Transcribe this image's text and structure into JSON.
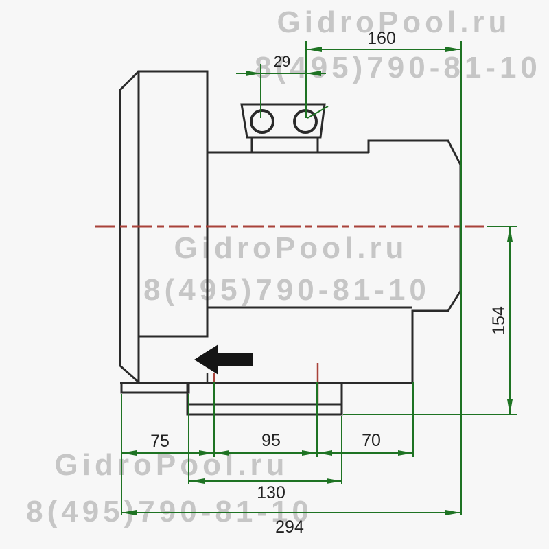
{
  "watermark": {
    "site": "GidroPool.ru",
    "phone": "8(495)790-81-10"
  },
  "dimensions": {
    "motor_length": "160",
    "terminal_hole_spacing": "29",
    "axis_height": "154",
    "base_offset_left": "75",
    "base_foot_length": "95",
    "base_offset_right": "70",
    "base_plate_length": "130",
    "overall_length": "294"
  },
  "colors": {
    "dimension_green": "#1e7323",
    "centerline_red": "#a8423a",
    "outline_black": "#2a2a2a",
    "watermark_gray": "#c6c6c6",
    "background": "#f7f7f7",
    "label_text": "#222222"
  }
}
